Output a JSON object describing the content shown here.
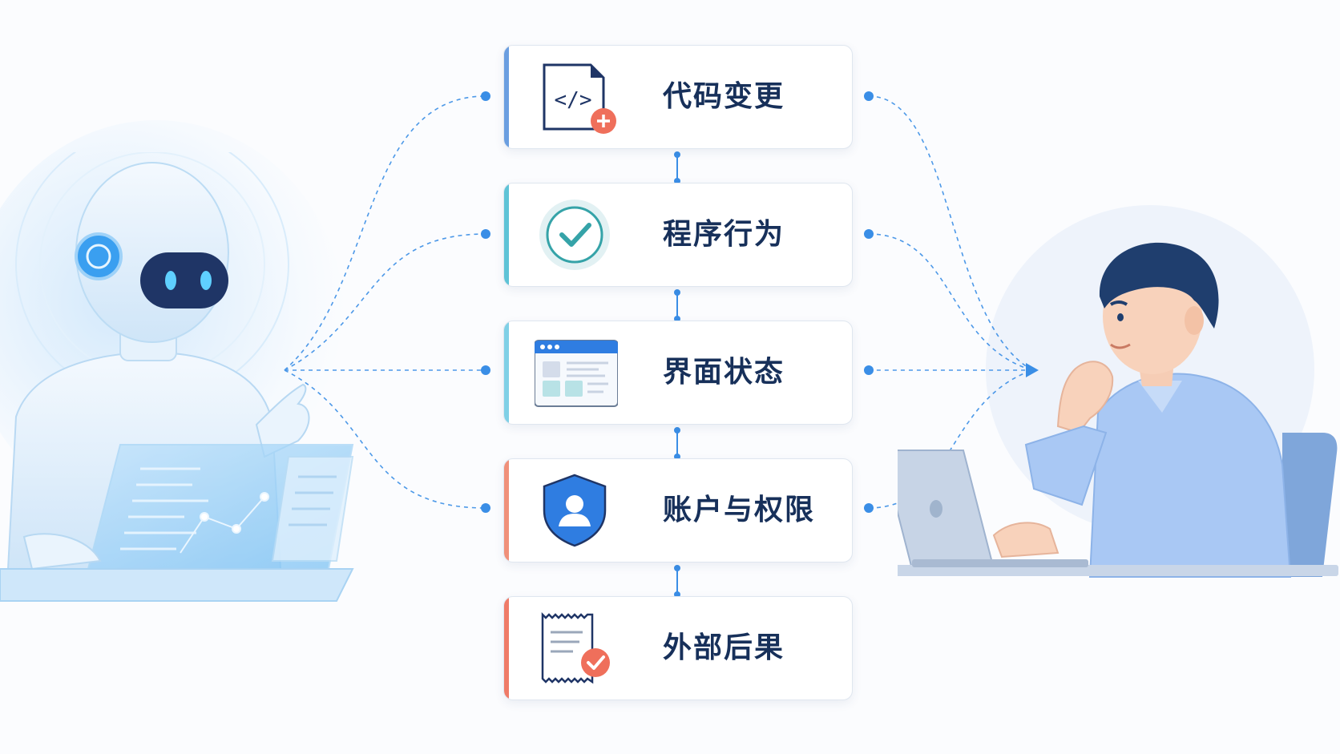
{
  "colors": {
    "link": "#3a8ee6",
    "label": "#17305a",
    "accent_blue": "#6a9ee0",
    "accent_teal": "#5ec3d6",
    "accent_cyan": "#7fd0e6",
    "accent_coral": "#f0907a",
    "accent_red": "#ef7b68"
  },
  "steps": [
    {
      "label": "代码变更",
      "icon": "code-file-add-icon",
      "accent": "#6a9ee0"
    },
    {
      "label": "程序行为",
      "icon": "check-circle-icon",
      "accent": "#5ec3d6"
    },
    {
      "label": "界面状态",
      "icon": "browser-window-icon",
      "accent": "#7fd0e6"
    },
    {
      "label": "账户与权限",
      "icon": "shield-user-icon",
      "accent": "#f0907a"
    },
    {
      "label": "外部后果",
      "icon": "receipt-check-icon",
      "accent": "#ef7b68"
    }
  ],
  "figures": {
    "left": "robot-at-laptop-illustration",
    "right": "person-at-laptop-illustration"
  }
}
